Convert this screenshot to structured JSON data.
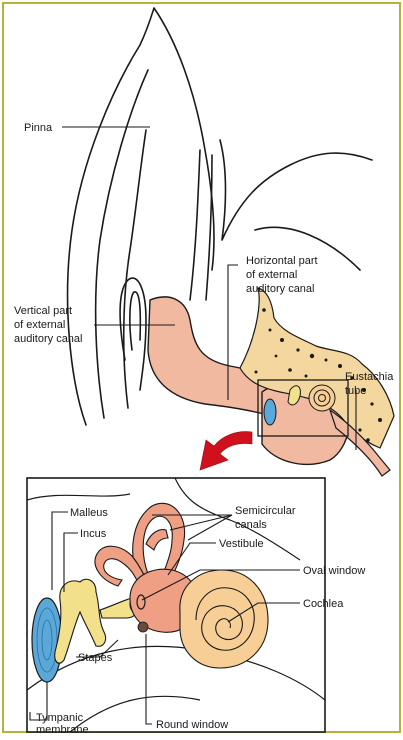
{
  "colors": {
    "frame": "#b8b13a",
    "skin": "#f2b9a1",
    "bone": "#f3d79e",
    "inner_ear": "#ee9f84",
    "cochlea": "#f7cf96",
    "arrow": "#d0101c",
    "eardrum": "#5aa8d9",
    "ink": "#1a1a1a"
  },
  "labels": {
    "pinna": "Pinna",
    "horizontal_canal": [
      "Horizontal part",
      "of external",
      "auditory canal"
    ],
    "vertical_canal": [
      "Vertical part",
      "of external",
      "auditory canal"
    ],
    "eustachian_tube": [
      "Eustachia",
      "tube"
    ],
    "malleus": "Malleus",
    "incus": "Incus",
    "semicircular_canals": [
      "Semicircular",
      "canals"
    ],
    "vestibule": "Vestibule",
    "oval_window": "Oval window",
    "cochlea": "Cochlea",
    "stapes": "Stapes",
    "tympanic_membrane": [
      "Tympanic",
      "membrane"
    ],
    "round_window": "Round window"
  },
  "icons": {
    "zoom_arrow": "curved-arrow-icon"
  }
}
